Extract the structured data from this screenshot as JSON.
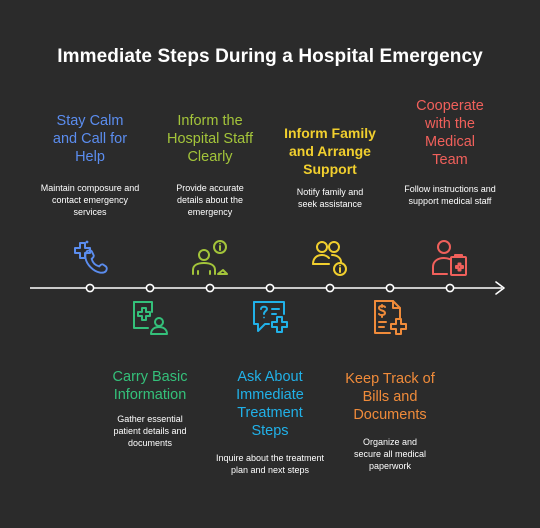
{
  "title": "Immediate Steps During a Hospital Emergency",
  "colors": {
    "background": "#2b2b2b",
    "line": "#ffffff",
    "blue": "#5b8def",
    "lime": "#a3c43a",
    "yellow": "#f1cf2e",
    "red": "#f0605b",
    "green": "#34c07a",
    "cyan": "#21b1e8",
    "orange": "#f08b3a"
  },
  "steps": [
    {
      "title": "Stay Calm and Call for Help",
      "desc": "Maintain composure and contact emergency services",
      "icon": "phone-plus-icon"
    },
    {
      "title": "Carry Basic Information",
      "desc": "Gather essential patient details and documents",
      "icon": "patient-file-icon"
    },
    {
      "title": "Inform the Hospital Staff Clearly",
      "desc": "Provide accurate details about the emergency",
      "icon": "staff-info-icon"
    },
    {
      "title": "Ask About Immediate Treatment Steps",
      "desc": "Inquire about the treatment plan and next steps",
      "icon": "question-plus-icon"
    },
    {
      "title": "Inform Family and Arrange Support",
      "desc": "Notify family and seek assistance",
      "icon": "family-info-icon"
    },
    {
      "title": "Keep Track of Bills and Documents",
      "desc": "Organize and secure all medical paperwork",
      "icon": "bill-document-icon"
    },
    {
      "title": "Cooperate with the Medical Team",
      "desc": "Follow instructions and support medical staff",
      "icon": "medical-staff-icon"
    }
  ]
}
